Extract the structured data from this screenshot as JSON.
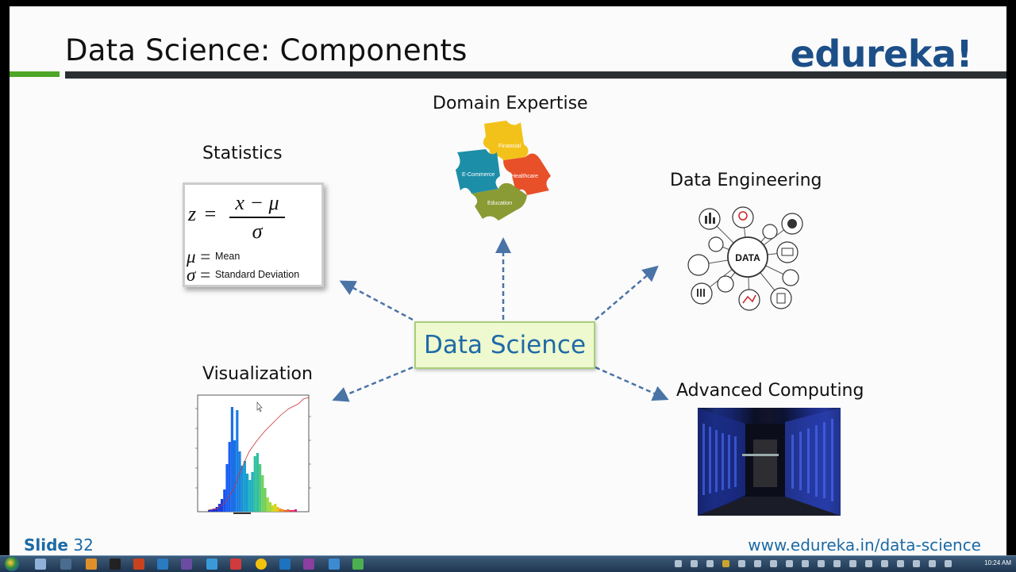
{
  "slide": {
    "title": "Data Science: Components",
    "logo": "edureka!",
    "center_label": "Data Science",
    "components": {
      "domain": "Domain Expertise",
      "statistics": "Statistics",
      "engineering": "Data Engineering",
      "visualization": "Visualization",
      "computing": "Advanced Computing"
    },
    "statistics_card": {
      "z": "z",
      "equals": "=",
      "numerator": "x − μ",
      "denominator": "σ",
      "mu_symbol": "μ",
      "mu_text": "Mean",
      "sigma_symbol": "σ",
      "sigma_text": "Standard Deviation"
    },
    "puzzle_pieces": [
      "Financial",
      "E-Commerce",
      "Healthcare",
      "Education"
    ],
    "network_center": "DATA",
    "slide_label": "Slide",
    "slide_number": "32",
    "url": "www.edureka.in/data-science"
  },
  "taskbar": {
    "clock": "10:24 AM"
  },
  "colors": {
    "accent_green": "#4da626",
    "rule_dark": "#2c2f32",
    "logo_blue": "#1c4f88",
    "center_text": "#1f6aa8",
    "center_fill": "#eef9cf",
    "arrow": "#4a74a6"
  },
  "icons": [
    "puzzle-image",
    "data-network-diagram",
    "histogram-chart",
    "datacenter-photo",
    "windows-start-icon"
  ]
}
